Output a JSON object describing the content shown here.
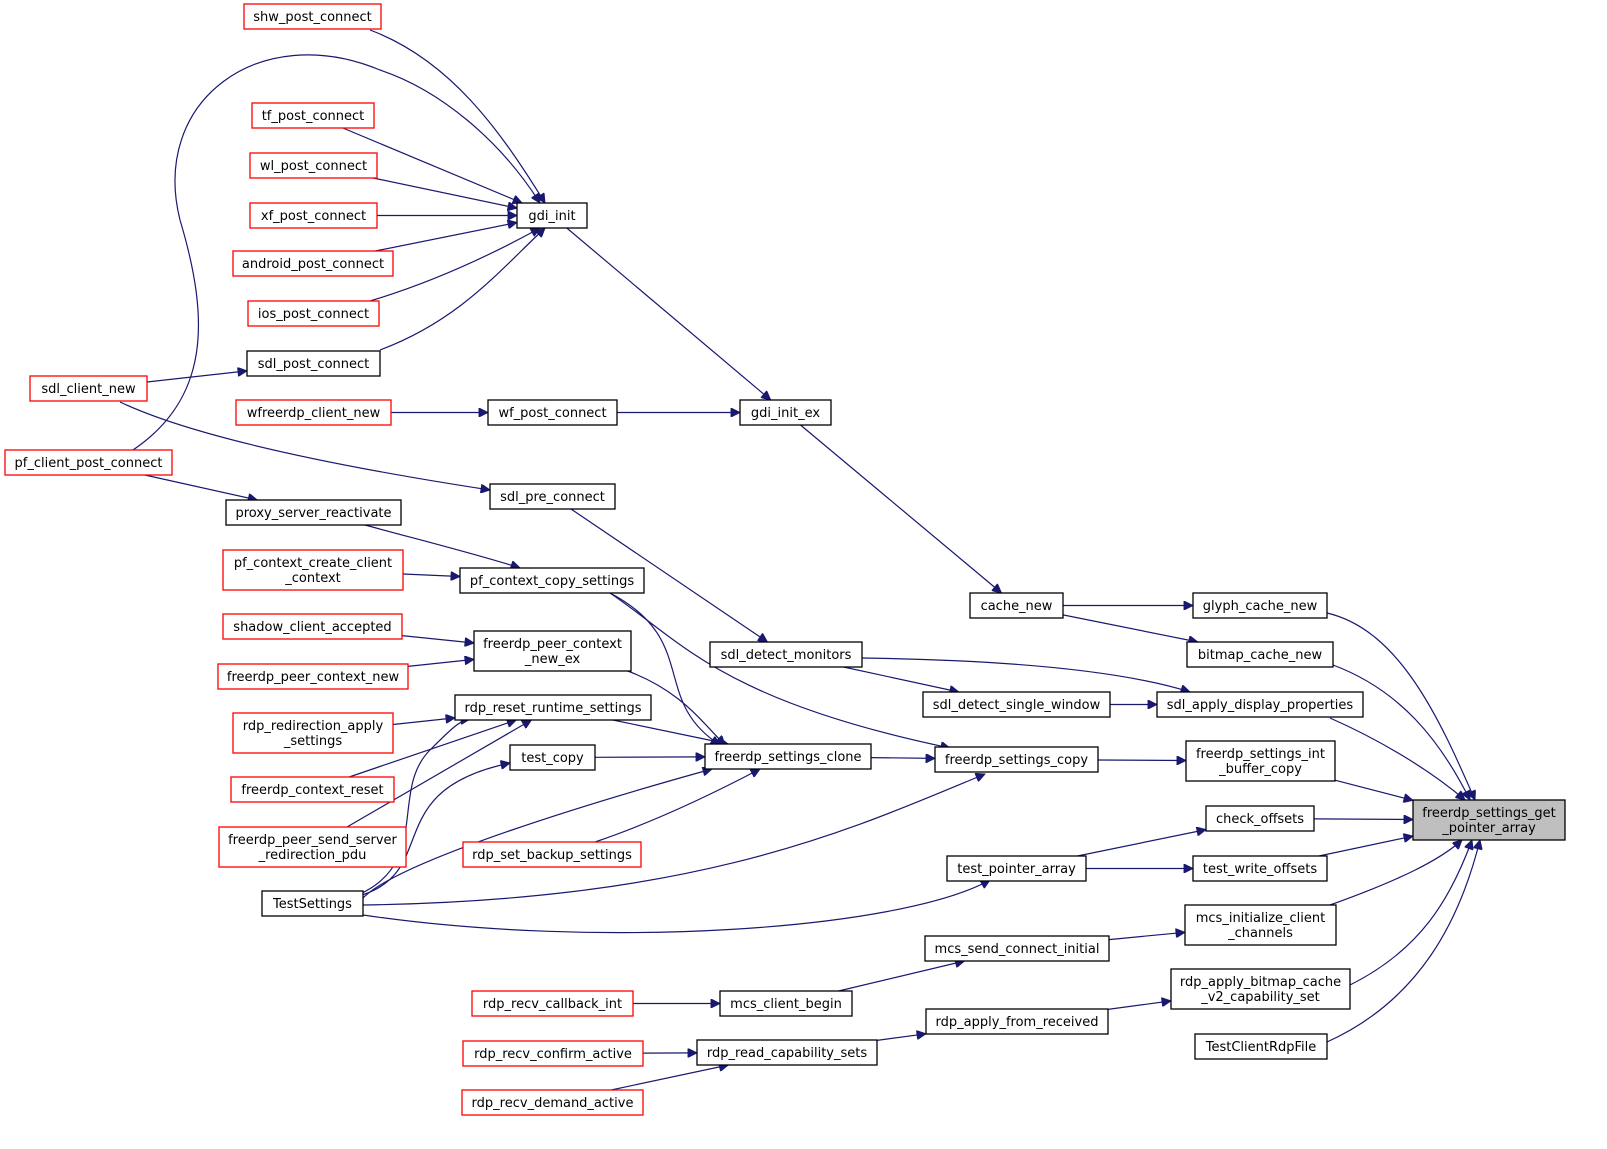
{
  "colors": {
    "edge": "#191970",
    "internal_border": "#000000",
    "external_border": "#ff0000",
    "root_fill": "#bfbfbf",
    "node_fill": "#ffffff"
  },
  "nodes": [
    {
      "id": "root",
      "lines": [
        "freerdp_settings_get",
        "_pointer_array"
      ],
      "kind": "root"
    },
    {
      "id": "shw_post_connect",
      "lines": [
        "shw_post_connect"
      ],
      "kind": "external"
    },
    {
      "id": "tf_post_connect",
      "lines": [
        "tf_post_connect"
      ],
      "kind": "external"
    },
    {
      "id": "wl_post_connect",
      "lines": [
        "wl_post_connect"
      ],
      "kind": "external"
    },
    {
      "id": "xf_post_connect",
      "lines": [
        "xf_post_connect"
      ],
      "kind": "external"
    },
    {
      "id": "android_post_connect",
      "lines": [
        "android_post_connect"
      ],
      "kind": "external"
    },
    {
      "id": "ios_post_connect",
      "lines": [
        "ios_post_connect"
      ],
      "kind": "external"
    },
    {
      "id": "sdl_post_connect",
      "lines": [
        "sdl_post_connect"
      ],
      "kind": "internal"
    },
    {
      "id": "sdl_client_new",
      "lines": [
        "sdl_client_new"
      ],
      "kind": "external"
    },
    {
      "id": "wfreerdp_client_new",
      "lines": [
        "wfreerdp_client_new"
      ],
      "kind": "external"
    },
    {
      "id": "wf_post_connect",
      "lines": [
        "wf_post_connect"
      ],
      "kind": "internal"
    },
    {
      "id": "pf_client_post_connect",
      "lines": [
        "pf_client_post_connect"
      ],
      "kind": "external"
    },
    {
      "id": "proxy_server_reactivate",
      "lines": [
        "proxy_server_reactivate"
      ],
      "kind": "internal"
    },
    {
      "id": "pf_context_create_client_context",
      "lines": [
        "pf_context_create_client",
        "_context"
      ],
      "kind": "external"
    },
    {
      "id": "shadow_client_accepted",
      "lines": [
        "shadow_client_accepted"
      ],
      "kind": "external"
    },
    {
      "id": "freerdp_peer_context_new",
      "lines": [
        "freerdp_peer_context_new"
      ],
      "kind": "external"
    },
    {
      "id": "rdp_redirection_apply_settings",
      "lines": [
        "rdp_redirection_apply",
        "_settings"
      ],
      "kind": "external"
    },
    {
      "id": "freerdp_context_reset",
      "lines": [
        "freerdp_context_reset"
      ],
      "kind": "external"
    },
    {
      "id": "freerdp_peer_send_server_redirection_pdu",
      "lines": [
        "freerdp_peer_send_server",
        "_redirection_pdu"
      ],
      "kind": "external"
    },
    {
      "id": "TestSettings",
      "lines": [
        "TestSettings"
      ],
      "kind": "internal"
    },
    {
      "id": "rdp_recv_callback_int",
      "lines": [
        "rdp_recv_callback_int"
      ],
      "kind": "external"
    },
    {
      "id": "rdp_recv_confirm_active",
      "lines": [
        "rdp_recv_confirm_active"
      ],
      "kind": "external"
    },
    {
      "id": "rdp_recv_demand_active",
      "lines": [
        "rdp_recv_demand_active"
      ],
      "kind": "external"
    },
    {
      "id": "gdi_init",
      "lines": [
        "gdi_init"
      ],
      "kind": "internal"
    },
    {
      "id": "gdi_init_ex",
      "lines": [
        "gdi_init_ex"
      ],
      "kind": "internal"
    },
    {
      "id": "sdl_pre_connect",
      "lines": [
        "sdl_pre_connect"
      ],
      "kind": "internal"
    },
    {
      "id": "pf_context_copy_settings",
      "lines": [
        "pf_context_copy_settings"
      ],
      "kind": "internal"
    },
    {
      "id": "freerdp_peer_context_new_ex",
      "lines": [
        "freerdp_peer_context",
        "_new_ex"
      ],
      "kind": "internal"
    },
    {
      "id": "rdp_reset_runtime_settings",
      "lines": [
        "rdp_reset_runtime_settings"
      ],
      "kind": "internal"
    },
    {
      "id": "test_copy",
      "lines": [
        "test_copy"
      ],
      "kind": "internal"
    },
    {
      "id": "rdp_set_backup_settings",
      "lines": [
        "rdp_set_backup_settings"
      ],
      "kind": "external"
    },
    {
      "id": "freerdp_settings_clone",
      "lines": [
        "freerdp_settings_clone"
      ],
      "kind": "internal"
    },
    {
      "id": "sdl_detect_monitors",
      "lines": [
        "sdl_detect_monitors"
      ],
      "kind": "internal"
    },
    {
      "id": "sdl_detect_single_window",
      "lines": [
        "sdl_detect_single_window"
      ],
      "kind": "internal"
    },
    {
      "id": "cache_new",
      "lines": [
        "cache_new"
      ],
      "kind": "internal"
    },
    {
      "id": "freerdp_settings_copy",
      "lines": [
        "freerdp_settings_copy"
      ],
      "kind": "internal"
    },
    {
      "id": "test_pointer_array",
      "lines": [
        "test_pointer_array"
      ],
      "kind": "internal"
    },
    {
      "id": "mcs_send_connect_initial",
      "lines": [
        "mcs_send_connect_initial"
      ],
      "kind": "internal"
    },
    {
      "id": "mcs_client_begin",
      "lines": [
        "mcs_client_begin"
      ],
      "kind": "internal"
    },
    {
      "id": "rdp_apply_from_received",
      "lines": [
        "rdp_apply_from_received"
      ],
      "kind": "internal"
    },
    {
      "id": "rdp_read_capability_sets",
      "lines": [
        "rdp_read_capability_sets"
      ],
      "kind": "internal"
    },
    {
      "id": "glyph_cache_new",
      "lines": [
        "glyph_cache_new"
      ],
      "kind": "internal"
    },
    {
      "id": "bitmap_cache_new",
      "lines": [
        "bitmap_cache_new"
      ],
      "kind": "internal"
    },
    {
      "id": "sdl_apply_display_properties",
      "lines": [
        "sdl_apply_display_properties"
      ],
      "kind": "internal"
    },
    {
      "id": "freerdp_settings_int_buffer_copy",
      "lines": [
        "freerdp_settings_int",
        "_buffer_copy"
      ],
      "kind": "internal"
    },
    {
      "id": "check_offsets",
      "lines": [
        "check_offsets"
      ],
      "kind": "internal"
    },
    {
      "id": "test_write_offsets",
      "lines": [
        "test_write_offsets"
      ],
      "kind": "internal"
    },
    {
      "id": "mcs_initialize_client_channels",
      "lines": [
        "mcs_initialize_client",
        "_channels"
      ],
      "kind": "internal"
    },
    {
      "id": "rdp_apply_bitmap_cache_v2_capability_set",
      "lines": [
        "rdp_apply_bitmap_cache",
        "_v2_capability_set"
      ],
      "kind": "internal"
    },
    {
      "id": "TestClientRdpFile",
      "lines": [
        "TestClientRdpFile"
      ],
      "kind": "internal"
    }
  ],
  "edges": [
    {
      "from": "shw_post_connect",
      "to": "gdi_init"
    },
    {
      "from": "pf_client_post_connect",
      "to": "gdi_init"
    },
    {
      "from": "tf_post_connect",
      "to": "gdi_init"
    },
    {
      "from": "wl_post_connect",
      "to": "gdi_init"
    },
    {
      "from": "xf_post_connect",
      "to": "gdi_init"
    },
    {
      "from": "android_post_connect",
      "to": "gdi_init"
    },
    {
      "from": "ios_post_connect",
      "to": "gdi_init"
    },
    {
      "from": "sdl_post_connect",
      "to": "gdi_init"
    },
    {
      "from": "sdl_client_new",
      "to": "sdl_post_connect"
    },
    {
      "from": "sdl_client_new",
      "to": "sdl_pre_connect"
    },
    {
      "from": "wfreerdp_client_new",
      "to": "wf_post_connect"
    },
    {
      "from": "gdi_init",
      "to": "gdi_init_ex"
    },
    {
      "from": "wf_post_connect",
      "to": "gdi_init_ex"
    },
    {
      "from": "gdi_init_ex",
      "to": "cache_new"
    },
    {
      "from": "pf_client_post_connect",
      "to": "proxy_server_reactivate"
    },
    {
      "from": "proxy_server_reactivate",
      "to": "pf_context_copy_settings"
    },
    {
      "from": "pf_context_create_client_context",
      "to": "pf_context_copy_settings"
    },
    {
      "from": "sdl_pre_connect",
      "to": "sdl_detect_monitors"
    },
    {
      "from": "shadow_client_accepted",
      "to": "freerdp_peer_context_new_ex"
    },
    {
      "from": "freerdp_peer_context_new",
      "to": "freerdp_peer_context_new_ex"
    },
    {
      "from": "rdp_redirection_apply_settings",
      "to": "rdp_reset_runtime_settings"
    },
    {
      "from": "freerdp_context_reset",
      "to": "rdp_reset_runtime_settings"
    },
    {
      "from": "freerdp_peer_send_server_redirection_pdu",
      "to": "rdp_reset_runtime_settings"
    },
    {
      "from": "TestSettings",
      "to": "rdp_reset_runtime_settings"
    },
    {
      "from": "TestSettings",
      "to": "test_copy"
    },
    {
      "from": "TestSettings",
      "to": "freerdp_settings_clone"
    },
    {
      "from": "TestSettings",
      "to": "freerdp_settings_copy"
    },
    {
      "from": "TestSettings",
      "to": "test_pointer_array"
    },
    {
      "from": "pf_context_copy_settings",
      "to": "freerdp_settings_clone"
    },
    {
      "from": "pf_context_copy_settings",
      "to": "freerdp_settings_copy"
    },
    {
      "from": "freerdp_peer_context_new_ex",
      "to": "freerdp_settings_clone"
    },
    {
      "from": "rdp_reset_runtime_settings",
      "to": "freerdp_settings_clone"
    },
    {
      "from": "test_copy",
      "to": "freerdp_settings_clone"
    },
    {
      "from": "rdp_set_backup_settings",
      "to": "freerdp_settings_clone"
    },
    {
      "from": "freerdp_settings_clone",
      "to": "freerdp_settings_copy"
    },
    {
      "from": "cache_new",
      "to": "glyph_cache_new"
    },
    {
      "from": "cache_new",
      "to": "bitmap_cache_new"
    },
    {
      "from": "sdl_detect_monitors",
      "to": "sdl_detect_single_window"
    },
    {
      "from": "sdl_detect_monitors",
      "to": "sdl_apply_display_properties"
    },
    {
      "from": "sdl_detect_single_window",
      "to": "sdl_apply_display_properties"
    },
    {
      "from": "freerdp_settings_copy",
      "to": "freerdp_settings_int_buffer_copy"
    },
    {
      "from": "test_pointer_array",
      "to": "check_offsets"
    },
    {
      "from": "test_pointer_array",
      "to": "test_write_offsets"
    },
    {
      "from": "rdp_recv_callback_int",
      "to": "mcs_client_begin"
    },
    {
      "from": "mcs_client_begin",
      "to": "mcs_send_connect_initial"
    },
    {
      "from": "mcs_send_connect_initial",
      "to": "mcs_initialize_client_channels"
    },
    {
      "from": "rdp_recv_confirm_active",
      "to": "rdp_read_capability_sets"
    },
    {
      "from": "rdp_recv_demand_active",
      "to": "rdp_read_capability_sets"
    },
    {
      "from": "rdp_read_capability_sets",
      "to": "rdp_apply_from_received"
    },
    {
      "from": "rdp_apply_from_received",
      "to": "rdp_apply_bitmap_cache_v2_capability_set"
    },
    {
      "from": "glyph_cache_new",
      "to": "root"
    },
    {
      "from": "bitmap_cache_new",
      "to": "root"
    },
    {
      "from": "sdl_apply_display_properties",
      "to": "root"
    },
    {
      "from": "freerdp_settings_int_buffer_copy",
      "to": "root"
    },
    {
      "from": "check_offsets",
      "to": "root"
    },
    {
      "from": "test_write_offsets",
      "to": "root"
    },
    {
      "from": "mcs_initialize_client_channels",
      "to": "root"
    },
    {
      "from": "rdp_apply_bitmap_cache_v2_capability_set",
      "to": "root"
    },
    {
      "from": "TestClientRdpFile",
      "to": "root"
    }
  ]
}
